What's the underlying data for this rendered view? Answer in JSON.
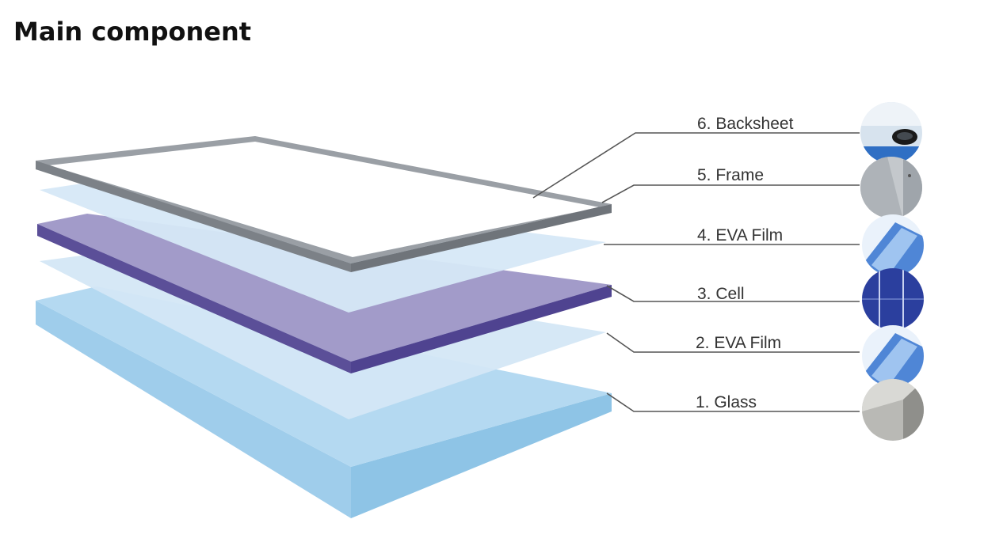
{
  "title": "Main component",
  "layers": [
    {
      "label": "6. Backsheet",
      "thumb_icon": "backsheet-thumbnail-icon"
    },
    {
      "label": "5. Frame",
      "thumb_icon": "frame-thumbnail-icon"
    },
    {
      "label": "4. EVA Film",
      "thumb_icon": "eva-film-thumbnail-icon"
    },
    {
      "label": "3. Cell",
      "thumb_icon": "cell-thumbnail-icon"
    },
    {
      "label": "2. EVA Film",
      "thumb_icon": "eva-film-thumbnail-icon"
    },
    {
      "label": "1. Glass",
      "thumb_icon": "glass-thumbnail-icon"
    }
  ],
  "colors": {
    "glass": "#a9d3ef",
    "eva_film": "#d6e8f7",
    "cell_top": "#a39cc9",
    "cell_edge": "#5c4f99",
    "frame": "#8f949a",
    "backsheet": "#ffffff"
  }
}
